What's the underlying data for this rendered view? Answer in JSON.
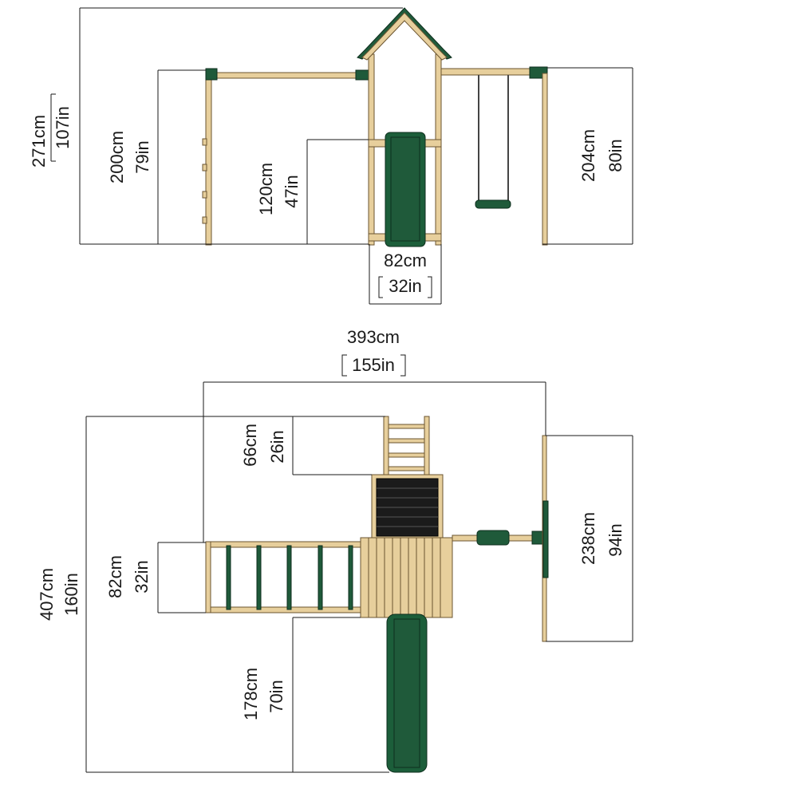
{
  "front_view": {
    "overall_height": {
      "metric": "271cm",
      "imperial": "107in"
    },
    "monkey_bar_height": {
      "metric": "200cm",
      "imperial": "79in"
    },
    "deck_height": {
      "metric": "120cm",
      "imperial": "47in"
    },
    "swing_beam_height": {
      "metric": "204cm",
      "imperial": "80in"
    },
    "tower_width": {
      "metric": "82cm",
      "imperial": "32in"
    }
  },
  "top_view": {
    "overall_width": {
      "metric": "393cm",
      "imperial": "155in"
    },
    "overall_depth": {
      "metric": "407cm",
      "imperial": "160in"
    },
    "ladder_extension": {
      "metric": "66cm",
      "imperial": "26in"
    },
    "monkey_bar_width": {
      "metric": "82cm",
      "imperial": "32in"
    },
    "slide_extension": {
      "metric": "178cm",
      "imperial": "70in"
    },
    "swing_frame_depth": {
      "metric": "238cm",
      "imperial": "94in"
    }
  },
  "colors": {
    "wood": "#e7cf9c",
    "green": "#1f5a3a",
    "line": "#1a1a1a"
  }
}
